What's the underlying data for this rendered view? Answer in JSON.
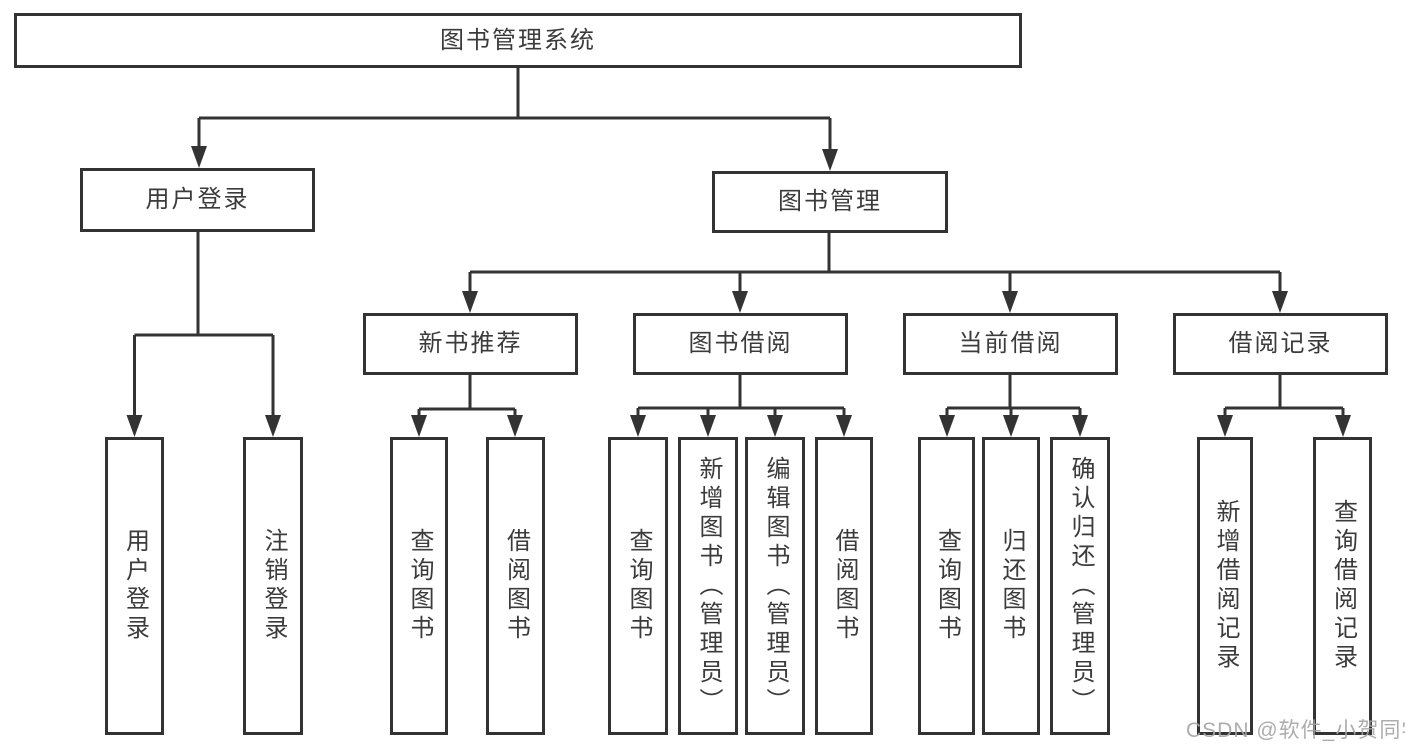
{
  "diagram": {
    "type": "tree",
    "colors": {
      "line": "#333333",
      "box_border": "#333333",
      "box_background": "#ffffff",
      "text": "#3b3b3b",
      "watermark_text": "#a4a4a4",
      "page_background": "#ffffff"
    },
    "watermark": "CSDN @软件_小贺同学",
    "nodes": {
      "root": {
        "label": "图书管理系统"
      },
      "user_login": {
        "label": "用户登录"
      },
      "book_mgmt": {
        "label": "图书管理"
      },
      "new_book_rec": {
        "label": "新书推荐"
      },
      "book_borrow": {
        "label": "图书借阅"
      },
      "current_borrow": {
        "label": "当前借阅"
      },
      "borrow_record": {
        "label": "借阅记录"
      },
      "leaf_user_login": {
        "label": "用户登录"
      },
      "leaf_logout": {
        "label": "注销登录"
      },
      "leaf_query_book_rec": {
        "label": "查询图书"
      },
      "leaf_borrow_book_rec": {
        "label": "借阅图书"
      },
      "leaf_query_book_borrow": {
        "label": "查询图书"
      },
      "leaf_add_book_admin": {
        "label": "新增图书（管理员）"
      },
      "leaf_edit_book_admin": {
        "label": "编辑图书（管理员）"
      },
      "leaf_borrow_book_borrow": {
        "label": "借阅图书"
      },
      "leaf_query_book_current": {
        "label": "查询图书"
      },
      "leaf_return_book": {
        "label": "归还图书"
      },
      "leaf_confirm_return_admin": {
        "label": "确认归还（管理员）"
      },
      "leaf_add_borrow_record": {
        "label": "新增借阅记录"
      },
      "leaf_query_borrow_record": {
        "label": "查询借阅记录"
      }
    },
    "hierarchy": {
      "root": [
        "user_login",
        "book_mgmt"
      ],
      "user_login": [
        "leaf_user_login",
        "leaf_logout"
      ],
      "book_mgmt": [
        "new_book_rec",
        "book_borrow",
        "current_borrow",
        "borrow_record"
      ],
      "new_book_rec": [
        "leaf_query_book_rec",
        "leaf_borrow_book_rec"
      ],
      "book_borrow": [
        "leaf_query_book_borrow",
        "leaf_add_book_admin",
        "leaf_edit_book_admin",
        "leaf_borrow_book_borrow"
      ],
      "current_borrow": [
        "leaf_query_book_current",
        "leaf_return_book",
        "leaf_confirm_return_admin"
      ],
      "borrow_record": [
        "leaf_add_borrow_record",
        "leaf_query_borrow_record"
      ]
    }
  }
}
